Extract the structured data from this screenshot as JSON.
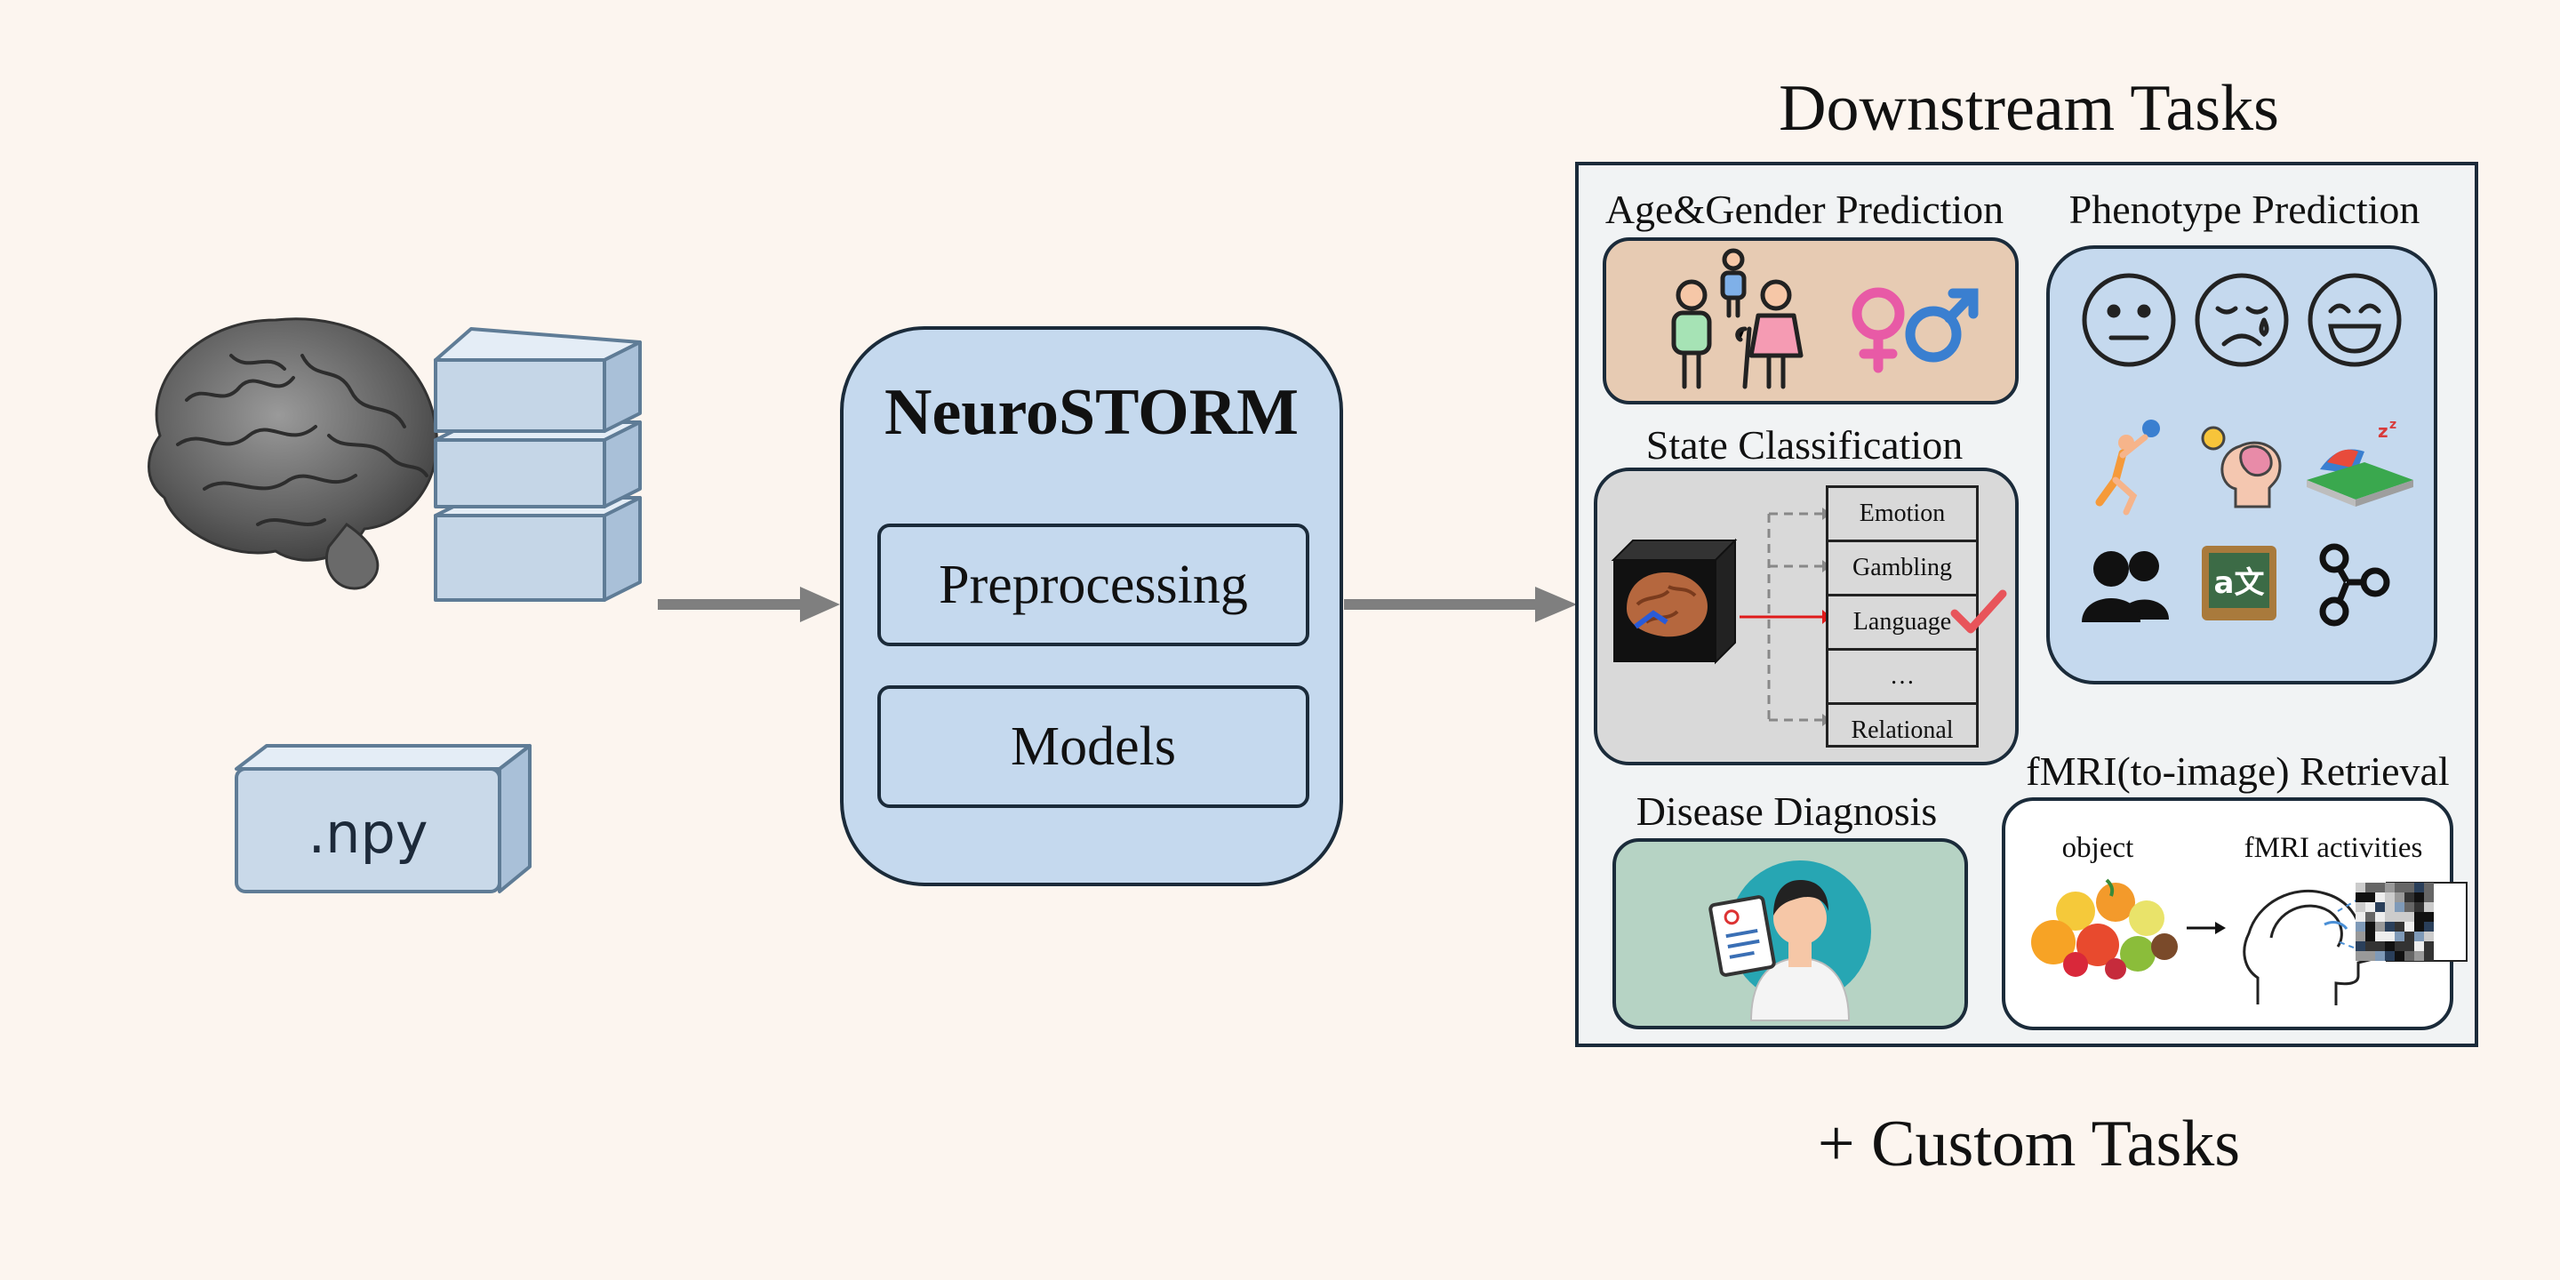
{
  "input": {
    "file_label": ".npy"
  },
  "model": {
    "title": "NeuroSTORM",
    "modules": [
      "Preprocessing",
      "Models"
    ]
  },
  "downstream": {
    "heading": "Downstream Tasks",
    "footer": "+ Custom Tasks",
    "age_gender": {
      "title": "Age&Gender Prediction"
    },
    "phenotype": {
      "title": "Phenotype Prediction"
    },
    "state": {
      "title": "State Classification",
      "classes": [
        "Emotion",
        "Gambling",
        "Language",
        "…",
        "Relational"
      ],
      "selected_index": 2
    },
    "disease": {
      "title": "Disease Diagnosis"
    },
    "retrieval": {
      "title": "fMRI(to-image) Retrieval",
      "left_label": "object",
      "right_label": "fMRI activities"
    }
  },
  "colors": {
    "model_fill": "#c5d9ee",
    "panel_fill": "#f1f3f4",
    "age_fill": "#e7cbb3",
    "phenotype_fill": "#c5d9ee",
    "state_fill": "#d9d9d9",
    "disease_fill": "#b6d3c4",
    "arrow": "#7f7f7f",
    "border": "#1b2b3a"
  }
}
